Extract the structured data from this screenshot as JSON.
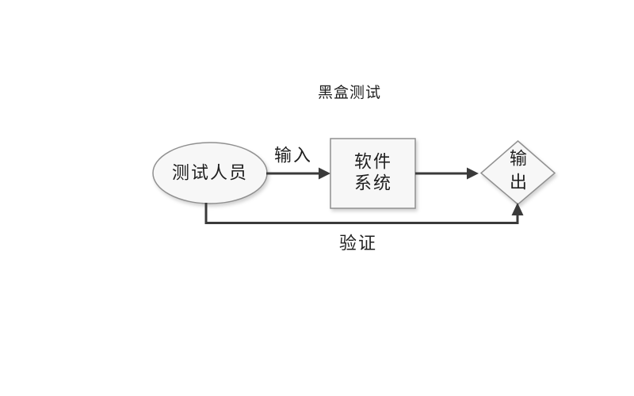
{
  "diagram": {
    "title": "黑盒测试",
    "nodes": {
      "tester": {
        "shape": "ellipse",
        "label": "测试人员"
      },
      "system": {
        "shape": "rectangle",
        "lines": [
          "软件",
          "系统"
        ]
      },
      "output": {
        "shape": "diamond",
        "lines": [
          "输",
          "出"
        ]
      }
    },
    "edges": {
      "input": {
        "label": "输入",
        "from": "tester",
        "to": "system"
      },
      "result": {
        "label": "",
        "from": "system",
        "to": "output"
      },
      "verify": {
        "label": "验证",
        "from": "tester",
        "to": "output"
      }
    },
    "colors": {
      "background": "#ffffff",
      "line": "#3a3a3a",
      "shape_fill": "#f7f7f7",
      "shape_stroke": "#909090",
      "text": "#1f1f1f"
    }
  }
}
